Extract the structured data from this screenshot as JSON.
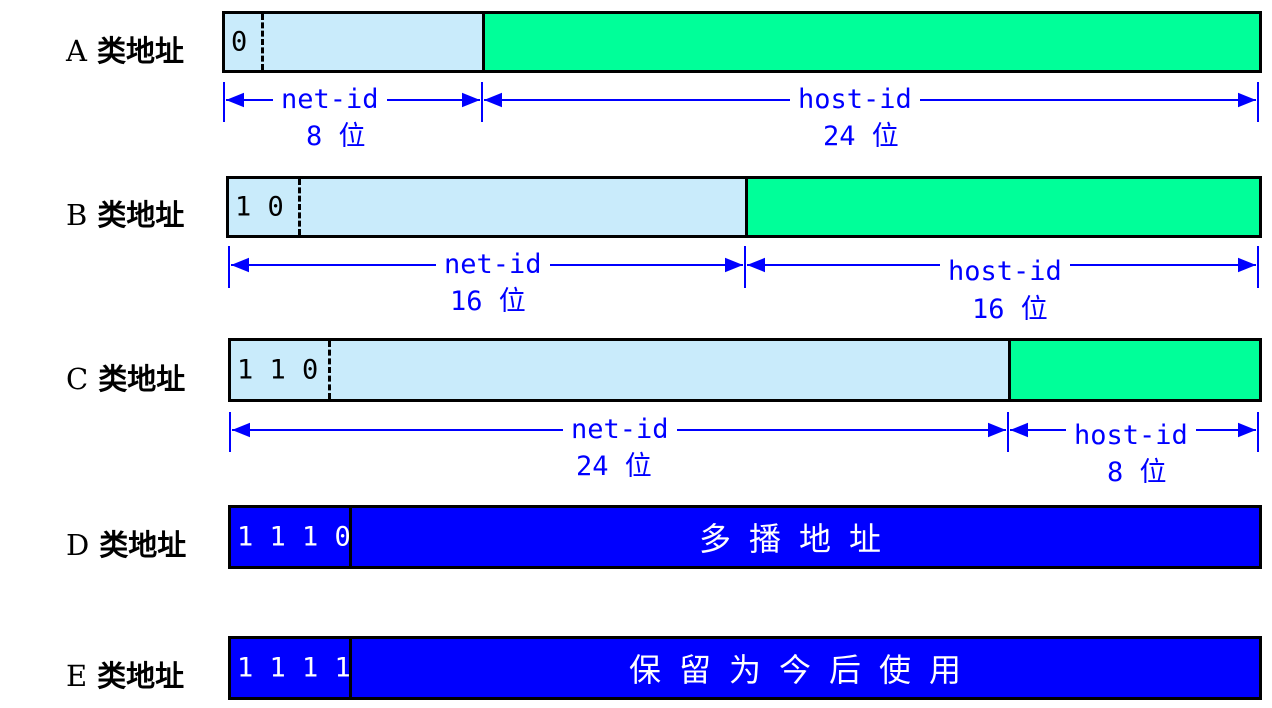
{
  "title": "IP 地址分类",
  "classes": {
    "A": {
      "letter": "A",
      "name": "类地址",
      "prefix": "0",
      "net": {
        "label": "net-id",
        "bits": "8 位"
      },
      "host": {
        "label": "host-id",
        "bits": "24 位"
      }
    },
    "B": {
      "letter": "B",
      "name": "类地址",
      "prefix": "1 0",
      "net": {
        "label": "net-id",
        "bits": "16 位"
      },
      "host": {
        "label": "host-id",
        "bits": "16 位"
      }
    },
    "C": {
      "letter": "C",
      "name": "类地址",
      "prefix": "1 1 0",
      "net": {
        "label": "net-id",
        "bits": "24 位"
      },
      "host": {
        "label": "host-id",
        "bits": "8 位"
      }
    },
    "D": {
      "letter": "D",
      "name": "类地址",
      "prefix": "1 1 1 0",
      "description": "多播地址"
    },
    "E": {
      "letter": "E",
      "name": "类地址",
      "prefix": "1 1 1 1",
      "description": "保留为今后使用"
    }
  },
  "colors": {
    "net_field": "#c9ebfb",
    "host_field": "#00ff99",
    "reserved_field": "#0000ff",
    "dimension": "#0000ff"
  }
}
